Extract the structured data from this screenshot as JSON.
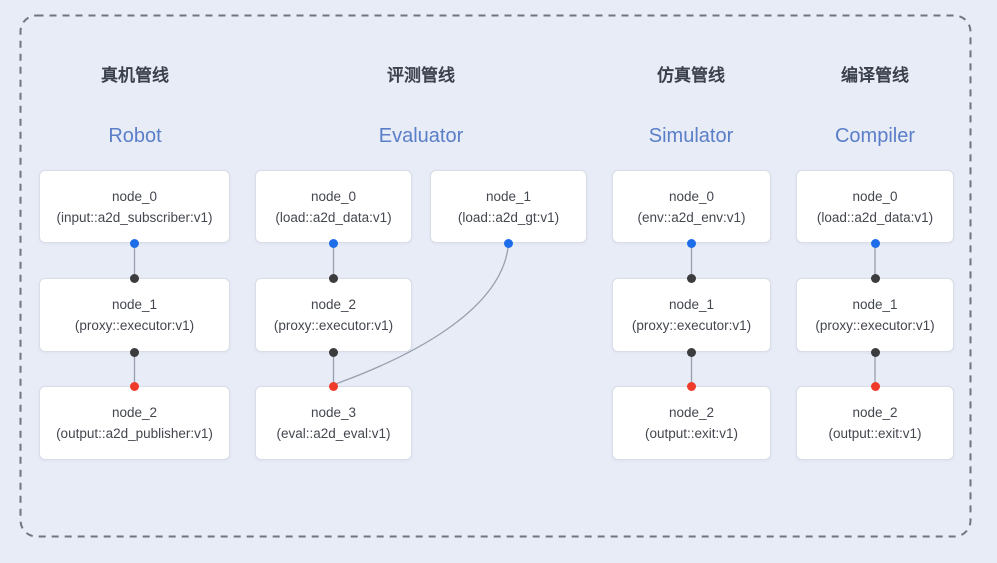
{
  "colors": {
    "background": "#e8ecf7",
    "dashed_border": "#70757e",
    "edge_line": "#99a0ad",
    "node_fill": "#ffffff",
    "node_border": "#d9dde6",
    "node_text": "#43474f",
    "title_zh_text": "#3b404d",
    "title_en_text": "#5a7ec7",
    "port_blue": "#1d6ce8",
    "port_dark": "#3c3c3e",
    "port_red": "#ef3b2a"
  },
  "diagram": {
    "pipelines": [
      {
        "id": "robot",
        "title_zh": "真机管线",
        "title_en": "Robot",
        "nodes": [
          {
            "name": "node_0",
            "type": "(input::a2d_subscriber:v1)",
            "row": 0,
            "col": 0,
            "ports": {
              "bottom": "blue"
            }
          },
          {
            "name": "node_1",
            "type": "(proxy::executor:v1)",
            "row": 1,
            "col": 0,
            "ports": {
              "top": "dark",
              "bottom": "dark"
            }
          },
          {
            "name": "node_2",
            "type": "(output::a2d_publisher:v1)",
            "row": 2,
            "col": 0,
            "ports": {
              "top": "red"
            }
          }
        ],
        "edges": [
          {
            "from": "node_0",
            "to": "node_1",
            "curved": false
          },
          {
            "from": "node_1",
            "to": "node_2",
            "curved": false
          }
        ]
      },
      {
        "id": "evaluator",
        "title_zh": "评测管线",
        "title_en": "Evaluator",
        "nodes": [
          {
            "name": "node_0",
            "type": "(load::a2d_data:v1)",
            "row": 0,
            "col": 0,
            "ports": {
              "bottom": "blue"
            }
          },
          {
            "name": "node_1",
            "type": "(load::a2d_gt:v1)",
            "row": 0,
            "col": 1,
            "ports": {
              "bottom": "blue"
            }
          },
          {
            "name": "node_2",
            "type": "(proxy::executor:v1)",
            "row": 1,
            "col": 0,
            "ports": {
              "top": "dark",
              "bottom": "dark"
            }
          },
          {
            "name": "node_3",
            "type": "(eval::a2d_eval:v1)",
            "row": 2,
            "col": 0,
            "ports": {
              "top": "red"
            }
          }
        ],
        "edges": [
          {
            "from": "node_0",
            "to": "node_2",
            "curved": false
          },
          {
            "from": "node_2",
            "to": "node_3",
            "curved": false
          },
          {
            "from": "node_1",
            "to": "node_3",
            "curved": true
          }
        ]
      },
      {
        "id": "simulator",
        "title_zh": "仿真管线",
        "title_en": "Simulator",
        "nodes": [
          {
            "name": "node_0",
            "type": "(env::a2d_env:v1)",
            "row": 0,
            "col": 0,
            "ports": {
              "bottom": "blue"
            }
          },
          {
            "name": "node_1",
            "type": "(proxy::executor:v1)",
            "row": 1,
            "col": 0,
            "ports": {
              "top": "dark",
              "bottom": "dark"
            }
          },
          {
            "name": "node_2",
            "type": "(output::exit:v1)",
            "row": 2,
            "col": 0,
            "ports": {
              "top": "red"
            }
          }
        ],
        "edges": [
          {
            "from": "node_0",
            "to": "node_1",
            "curved": false
          },
          {
            "from": "node_1",
            "to": "node_2",
            "curved": false
          }
        ]
      },
      {
        "id": "compiler",
        "title_zh": "编译管线",
        "title_en": "Compiler",
        "nodes": [
          {
            "name": "node_0",
            "type": "(load::a2d_data:v1)",
            "row": 0,
            "col": 0,
            "ports": {
              "bottom": "blue"
            }
          },
          {
            "name": "node_1",
            "type": "(proxy::executor:v1)",
            "row": 1,
            "col": 0,
            "ports": {
              "top": "dark",
              "bottom": "dark"
            }
          },
          {
            "name": "node_2",
            "type": "(output::exit:v1)",
            "row": 2,
            "col": 0,
            "ports": {
              "top": "red"
            }
          }
        ],
        "edges": [
          {
            "from": "node_0",
            "to": "node_1",
            "curved": false
          },
          {
            "from": "node_1",
            "to": "node_2",
            "curved": false
          }
        ]
      }
    ]
  }
}
